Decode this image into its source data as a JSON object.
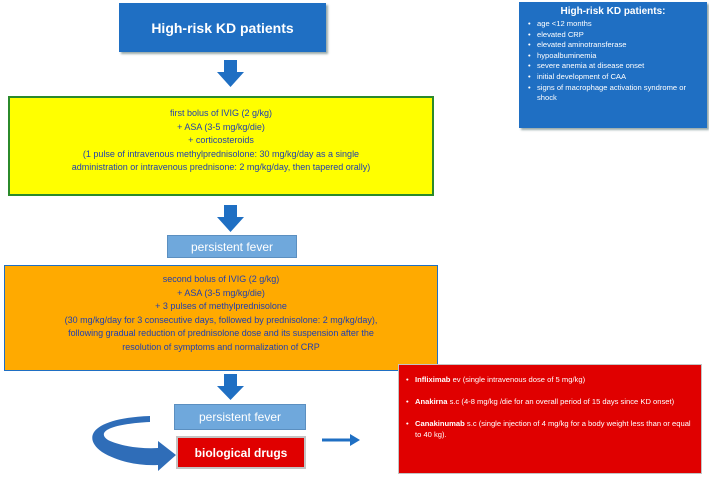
{
  "title_box": {
    "text": "High-risk KD patients"
  },
  "info_box": {
    "title": "High-risk KD patients:",
    "items": [
      "age <12 months",
      "elevated CRP",
      "elevated aminotransferase",
      "hypoalbuminemia",
      "severe anemia at disease onset",
      "initial development of CAA",
      "signs of macrophage activation syndrome or shock"
    ]
  },
  "step1": {
    "lines": [
      "first bolus of IVIG  (2 g/kg)",
      "+ ASA  (3-5 mg/kg/die)",
      "+ corticosteroids",
      "(1 pulse of intravenous methylprednisolone:  30 mg/kg/day  as a single",
      "administration  or intravenous prednisone: 2 mg/kg/day,   then tapered orally)"
    ]
  },
  "persistent_fever_1": "persistent fever",
  "step2": {
    "lines": [
      "second bolus of IVIG  (2 g/kg)",
      "+ ASA  (3-5 mg/kg/die)",
      "+ 3 pulses of methylprednisolone",
      "(30 mg/kg/day  for 3 consecutive days, followed by prednisolone: 2 mg/kg/day),",
      "following gradual  reduction  of prednisolone dose and its suspension after the",
      "resolution  of symptoms and normalization  of CRP"
    ]
  },
  "persistent_fever_2": "persistent fever",
  "biological_drugs": "biological drugs",
  "drugs": [
    {
      "name": "Infliximab",
      "detail": "  ev (single intravenous dose of 5 mg/kg)"
    },
    {
      "name": "Anakirna",
      "detail": "  s.c (4-8 mg/kg /die for an overall period of 15 days since KD onset)"
    },
    {
      "name": "Canakinumab",
      "detail": "  s.c (single injection of 4 mg/kg for a body weight less than or equal to 40 kg)."
    }
  ],
  "colors": {
    "blue": "#1f6fc3",
    "light_blue": "#6fa8dc",
    "yellow": "#ffff00",
    "orange": "#ffaa00",
    "red": "#e00000"
  }
}
